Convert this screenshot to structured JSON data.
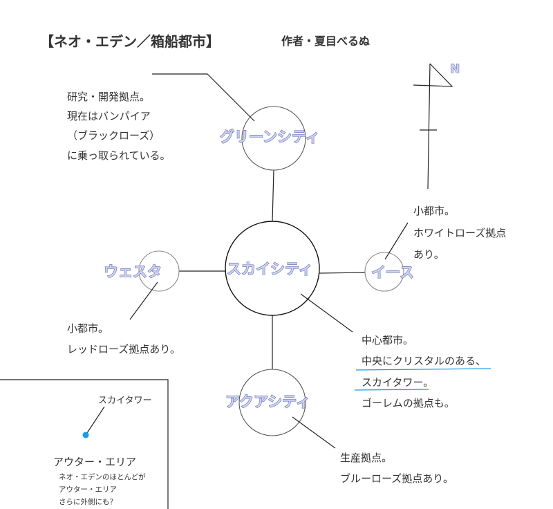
{
  "header": {
    "title": "【ネオ・エデン／箱船都市】",
    "author": "作者・夏目べるぬ"
  },
  "compass": {
    "label": "N"
  },
  "cities": {
    "green": {
      "name": "グリーンシティ",
      "desc": [
        "研究・開発拠点。",
        "現在はバンパイア",
        "（ブラックローズ）",
        "に乗っ取られている。"
      ]
    },
    "sky": {
      "name": "スカイシティ",
      "desc": [
        "中心都市。",
        "中央にクリスタルのある、",
        "スカイタワー。",
        "ゴーレムの拠点も。"
      ]
    },
    "west": {
      "name": "ウェスタ",
      "desc": [
        "小都市。",
        "レッドローズ拠点あり。"
      ]
    },
    "east": {
      "name": "イース",
      "desc": [
        "小都市。",
        "ホワイトローズ拠点",
        "あり。"
      ]
    },
    "aqua": {
      "name": "アクアシティ",
      "desc": [
        "生産拠点。",
        "ブルーローズ拠点あり。"
      ]
    }
  },
  "inset": {
    "tower_label": "スカイタワー",
    "area_title": "アウター・エリア",
    "notes": [
      "ネオ・エデンのほとんどが",
      "アウター・エリア",
      "さらに外側にも？"
    ]
  },
  "colors": {
    "highlight": "#1a9be8",
    "city_label_fill": "#cdd2f2",
    "city_label_stroke": "#5a64a6"
  }
}
